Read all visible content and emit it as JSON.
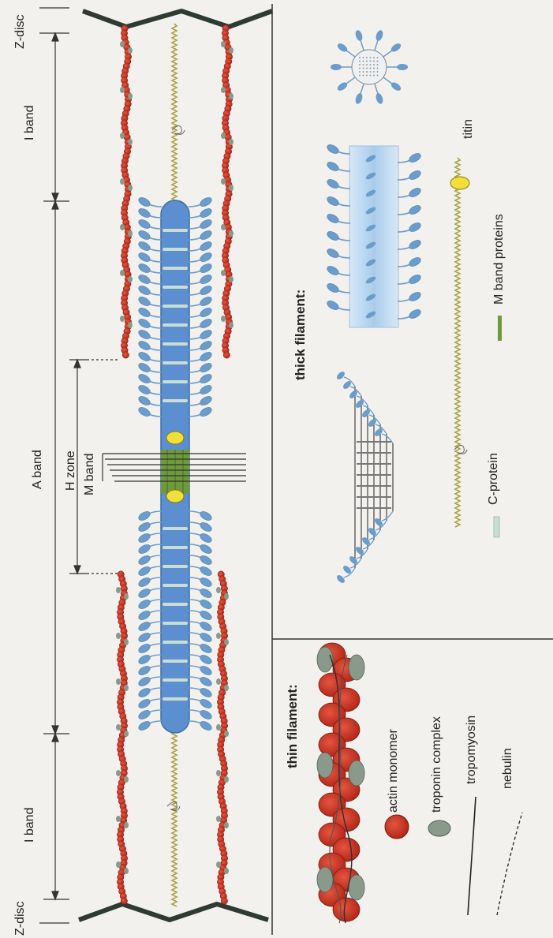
{
  "labels": {
    "z_disc_top": "Z-disc",
    "z_disc_bottom": "Z-disc",
    "i_band_top": "I band",
    "i_band_bottom": "I band",
    "a_band": "A band",
    "h_zone": "H zone",
    "m_band": "M band"
  },
  "thick_panel": {
    "title": "thick filament:",
    "legend": {
      "titin": "titin",
      "m_band_proteins": "M band proteins",
      "c_protein": "C-protein"
    }
  },
  "thin_panel": {
    "title": "thin filament:",
    "legend": {
      "actin": "actin monomer",
      "troponin": "troponin complex",
      "tropomyosin": "tropomyosin",
      "nebulin": "nebulin"
    }
  },
  "colors": {
    "actin": "#c9321f",
    "troponin": "#8a9a8a",
    "myosin_backbone": "#5b8fcf",
    "myosin_head": "#6a9ccc",
    "titin": "#a8a040",
    "m_band": "#6e9a3c",
    "c_protein": "#c9ddd3",
    "yellow": "#f1e03a",
    "z_disc": "#2f3a33"
  }
}
